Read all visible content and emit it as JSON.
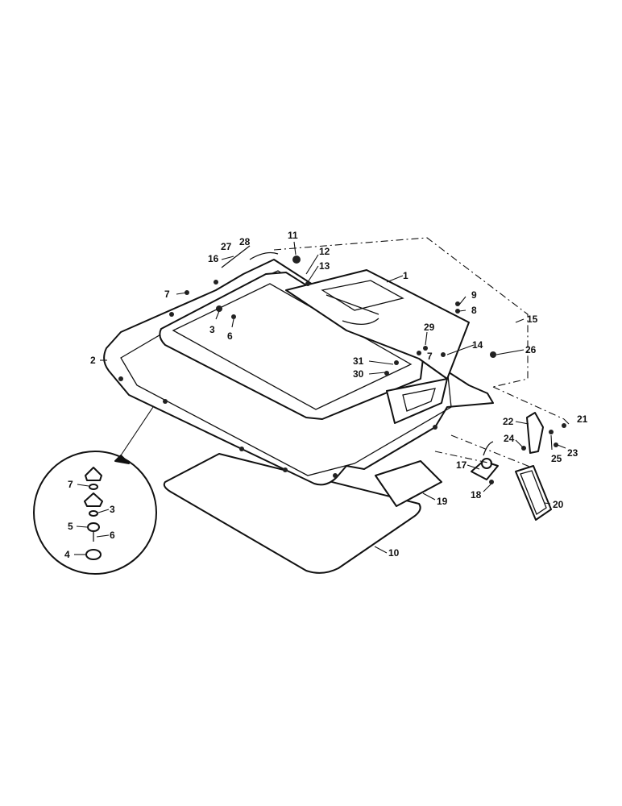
{
  "callouts": [
    "1",
    "2",
    "3",
    "4",
    "5",
    "6",
    "7",
    "8",
    "9",
    "10",
    "11",
    "12",
    "13",
    "14",
    "15",
    "16",
    "17",
    "18",
    "19",
    "20",
    "21",
    "22",
    "23",
    "24",
    "25",
    "26",
    "27",
    "28",
    "29",
    "30",
    "31"
  ],
  "detail_callouts": [
    "7",
    "3",
    "5",
    "6",
    "4"
  ],
  "main_labels": {
    "n7a": "7",
    "n3a": "3",
    "n6a": "6",
    "n2": "2",
    "n16": "16",
    "n27": "27",
    "n28": "28",
    "n11": "11",
    "n12": "12",
    "n13": "13",
    "n1": "1",
    "n9": "9",
    "n8": "8",
    "n15": "15",
    "n29": "29",
    "n14": "14",
    "n26": "26",
    "n7b": "7",
    "n31": "31",
    "n30": "30",
    "n22": "22",
    "n21": "21",
    "n24": "24",
    "n25": "25",
    "n23": "23",
    "n17": "17",
    "n18": "18",
    "n19": "19",
    "n20": "20",
    "n10": "10"
  },
  "detail_labels": {
    "d7": "7",
    "d3": "3",
    "d5": "5",
    "d6": "6",
    "d4": "4"
  }
}
